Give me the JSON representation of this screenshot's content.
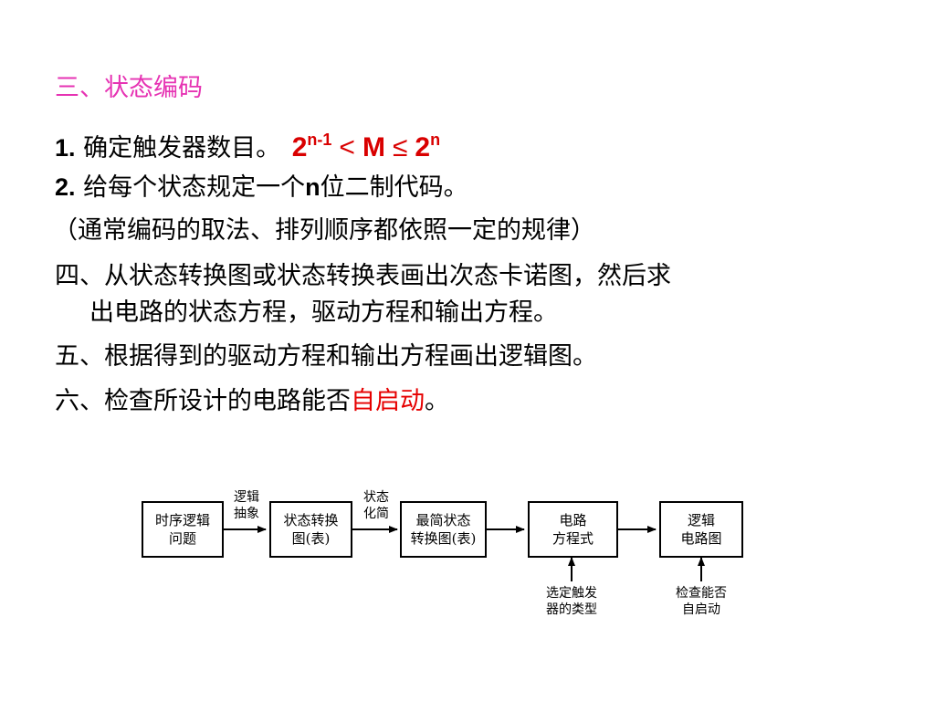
{
  "heading": "三、状态编码",
  "item1": {
    "num": "1.",
    "text": "确定触发器数目。",
    "f_base1": "2",
    "f_exp1": "n-1",
    "f_op1": "<",
    "f_var": "M",
    "f_op2": "≤",
    "f_base2": "2",
    "f_exp2": "n"
  },
  "item2": {
    "num": "2.",
    "text_a": "给每个状态规定一个",
    "var": "n",
    "text_b": "位二制代码。"
  },
  "note": "（通常编码的取法、排列顺序都依照一定的规律）",
  "step4": {
    "line1": "四、从状态转换图或状态转换表画出次态卡诺图，然后求",
    "line2": "出电路的状态方程，驱动方程和输出方程。"
  },
  "step5": "五、根据得到的驱动方程和输出方程画出逻辑图。",
  "step6": {
    "text": "六、检查所设计的电路能否",
    "highlight": "自启动",
    "end": "。"
  },
  "diagram": {
    "boxes": [
      {
        "line1": "时序逻辑",
        "line2": "问题"
      },
      {
        "line1": "状态转换",
        "line2": "图(表)"
      },
      {
        "line1": "最简状态",
        "line2": "转换图(表)"
      },
      {
        "line1": "电路",
        "line2": "方程式"
      },
      {
        "line1": "逻辑",
        "line2": "电路图"
      }
    ],
    "arrow_labels": [
      {
        "line1": "逻辑",
        "line2": "抽象"
      },
      {
        "line1": "状态",
        "line2": "化简"
      }
    ],
    "bottom_labels": [
      {
        "line1": "选定触发",
        "line2": "器的类型"
      },
      {
        "line1": "检查能否",
        "line2": "自启动"
      }
    ]
  }
}
